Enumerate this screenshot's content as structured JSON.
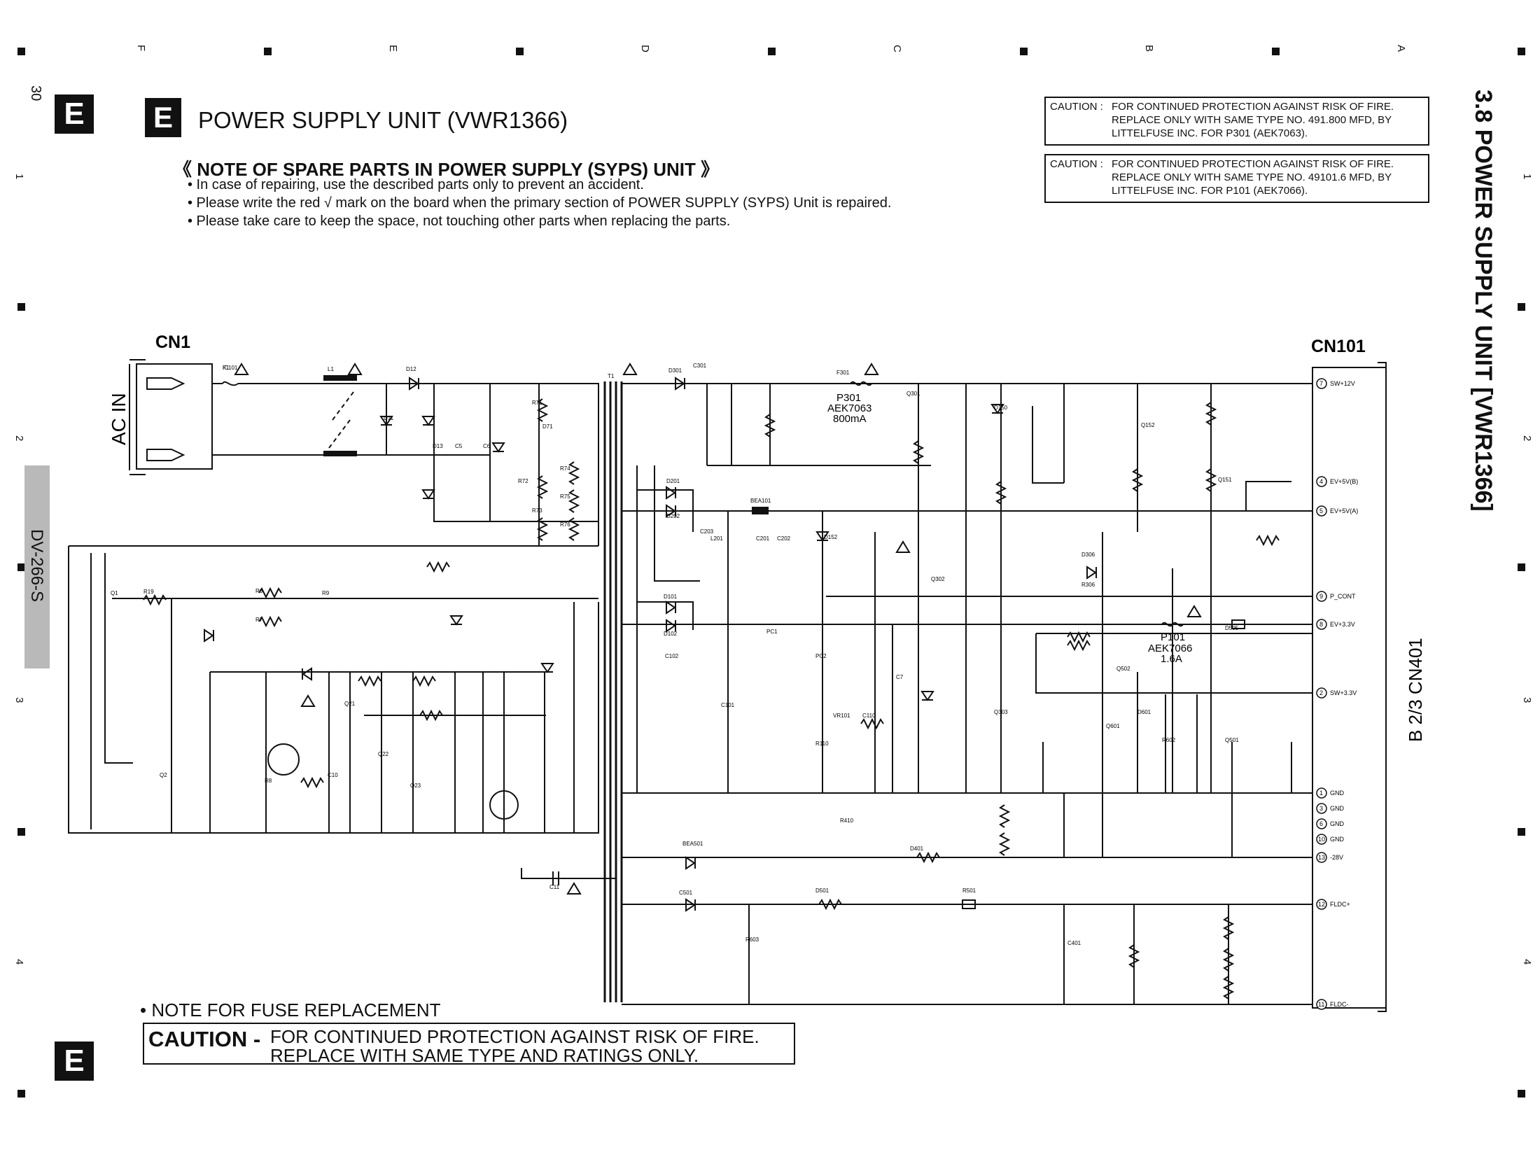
{
  "page": {
    "page_number": "30",
    "section_badge": "E",
    "title": "POWER SUPPLY UNIT (VWR1366)",
    "side_title": "3.8 POWER SUPPLY UNIT [VWR1366]",
    "model_tab": "DV-266-S",
    "column_letters": [
      "F",
      "E",
      "D",
      "C",
      "B",
      "A"
    ],
    "row_numbers": [
      "1",
      "2",
      "3",
      "4"
    ]
  },
  "note": {
    "heading": "《 NOTE OF SPARE PARTS IN POWER SUPPLY (SYPS) UNIT 》",
    "bullets": [
      "• In case of repairing, use the described parts only to prevent an accident.",
      "• Please write the red √ mark on the board when the primary section of POWER SUPPLY (SYPS) Unit is repaired.",
      "• Please take care to keep the space, not touching other parts when replacing the parts."
    ]
  },
  "cautions_top": [
    {
      "prefix": "CAUTION :",
      "lines": [
        "FOR CONTINUED PROTECTION AGAINST RISK OF FIRE.",
        "REPLACE ONLY WITH SAME TYPE NO. 491.800 MFD, BY",
        "LITTELFUSE INC. FOR P301 (AEK7063)."
      ]
    },
    {
      "prefix": "CAUTION :",
      "lines": [
        "FOR CONTINUED PROTECTION AGAINST RISK OF FIRE.",
        "REPLACE ONLY WITH SAME TYPE NO. 49101.6 MFD, BY",
        "LITTELFUSE INC. FOR P101 (AEK7066)."
      ]
    }
  ],
  "fuse_note": {
    "bullet": "• NOTE FOR FUSE REPLACEMENT",
    "caution_word": "CAUTION -",
    "line1": "FOR CONTINUED PROTECTION AGAINST RISK OF FIRE.",
    "line2": "REPLACE WITH SAME TYPE AND RATINGS ONLY."
  },
  "schematic": {
    "cn1_label": "CN1",
    "ac_in_label": "AC IN",
    "cn101_label": "CN101",
    "cn401_label": "B 2/3 CN401",
    "p301": {
      "name": "P301",
      "part": "AEK7063",
      "rating": "800mA"
    },
    "p101": {
      "name": "P101",
      "part": "AEK7066",
      "rating": "1.6A"
    },
    "connector_pins": [
      {
        "pin": "7",
        "label": "SW+12V"
      },
      {
        "pin": "4",
        "label": "EV+5V(B)"
      },
      {
        "pin": "5",
        "label": "EV+5V(A)"
      },
      {
        "pin": "9",
        "label": "P_CONT"
      },
      {
        "pin": "8",
        "label": "EV+3.3V"
      },
      {
        "pin": "2",
        "label": "SW+3.3V"
      },
      {
        "pin": "1",
        "label": "GND"
      },
      {
        "pin": "3",
        "label": "GND"
      },
      {
        "pin": "6",
        "label": "GND"
      },
      {
        "pin": "10",
        "label": "GND"
      },
      {
        "pin": "13",
        "label": "-28V"
      },
      {
        "pin": "12",
        "label": "FLDC+"
      },
      {
        "pin": "11",
        "label": "FLDC-"
      }
    ],
    "component_labels": [
      "F1",
      "L1",
      "D12",
      "D11",
      "D13",
      "C5",
      "C6",
      "R71",
      "D71",
      "R72",
      "R73",
      "R74",
      "R75",
      "R76",
      "T1",
      "C301",
      "D301",
      "F301",
      "Q301",
      "D150",
      "Q151",
      "Q152",
      "D306",
      "R306",
      "D152",
      "PC2",
      "PC1",
      "Q302",
      "Q303",
      "Q501",
      "Q502",
      "Q601",
      "D601",
      "R602",
      "R603",
      "C501",
      "D501",
      "R501",
      "BEA501",
      "D401",
      "R410",
      "C401",
      "D505",
      "BEA101",
      "L201",
      "C201",
      "C202",
      "C203",
      "D201",
      "D202",
      "C101",
      "D101",
      "D102",
      "C102",
      "Q1",
      "Q2",
      "Q21",
      "Q22",
      "Q23",
      "R19",
      "R6",
      "R7",
      "R8",
      "R9",
      "C10",
      "C11",
      "C7",
      "VR101",
      "C110",
      "R110",
      "IC101"
    ]
  }
}
